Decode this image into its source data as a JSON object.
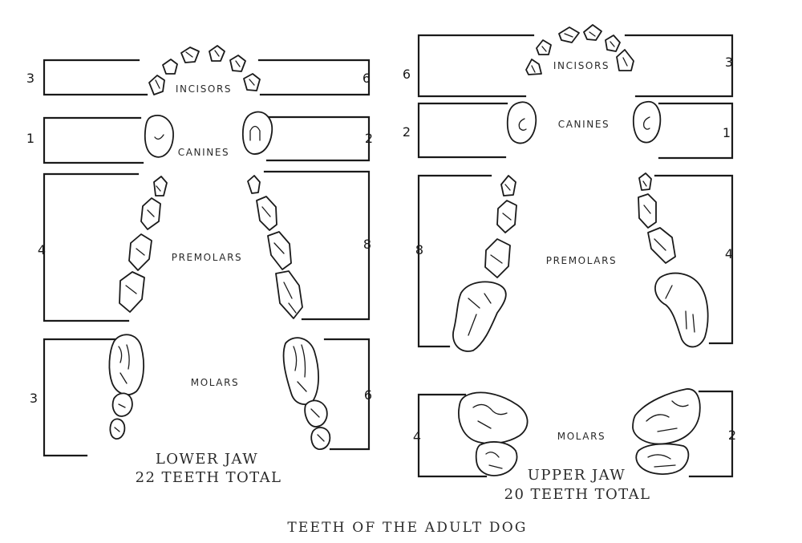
{
  "title": "TEETH OF THE ADULT DOG",
  "lower_jaw": {
    "caption_line1": "LOWER JAW",
    "caption_line2": "22 TEETH TOTAL",
    "groups": {
      "incisors": {
        "label": "INCISORS",
        "left": "3",
        "right": "6"
      },
      "canines": {
        "label": "CANINES",
        "left": "1",
        "right": "2"
      },
      "premolars": {
        "label": "PREMOLARS",
        "left": "4",
        "right": "8"
      },
      "molars": {
        "label": "MOLARS",
        "left": "3",
        "right": "6"
      }
    }
  },
  "upper_jaw": {
    "caption_line1": "UPPER JAW",
    "caption_line2": "20 TEETH TOTAL",
    "groups": {
      "incisors": {
        "label": "INCISORS",
        "left": "6",
        "right": "3"
      },
      "canines": {
        "label": "CANINES",
        "left": "2",
        "right": "1"
      },
      "premolars": {
        "label": "PREMOLARS",
        "left": "8",
        "right": "4"
      },
      "molars": {
        "label": "MOLARS",
        "left": "4",
        "right": "2"
      }
    }
  }
}
